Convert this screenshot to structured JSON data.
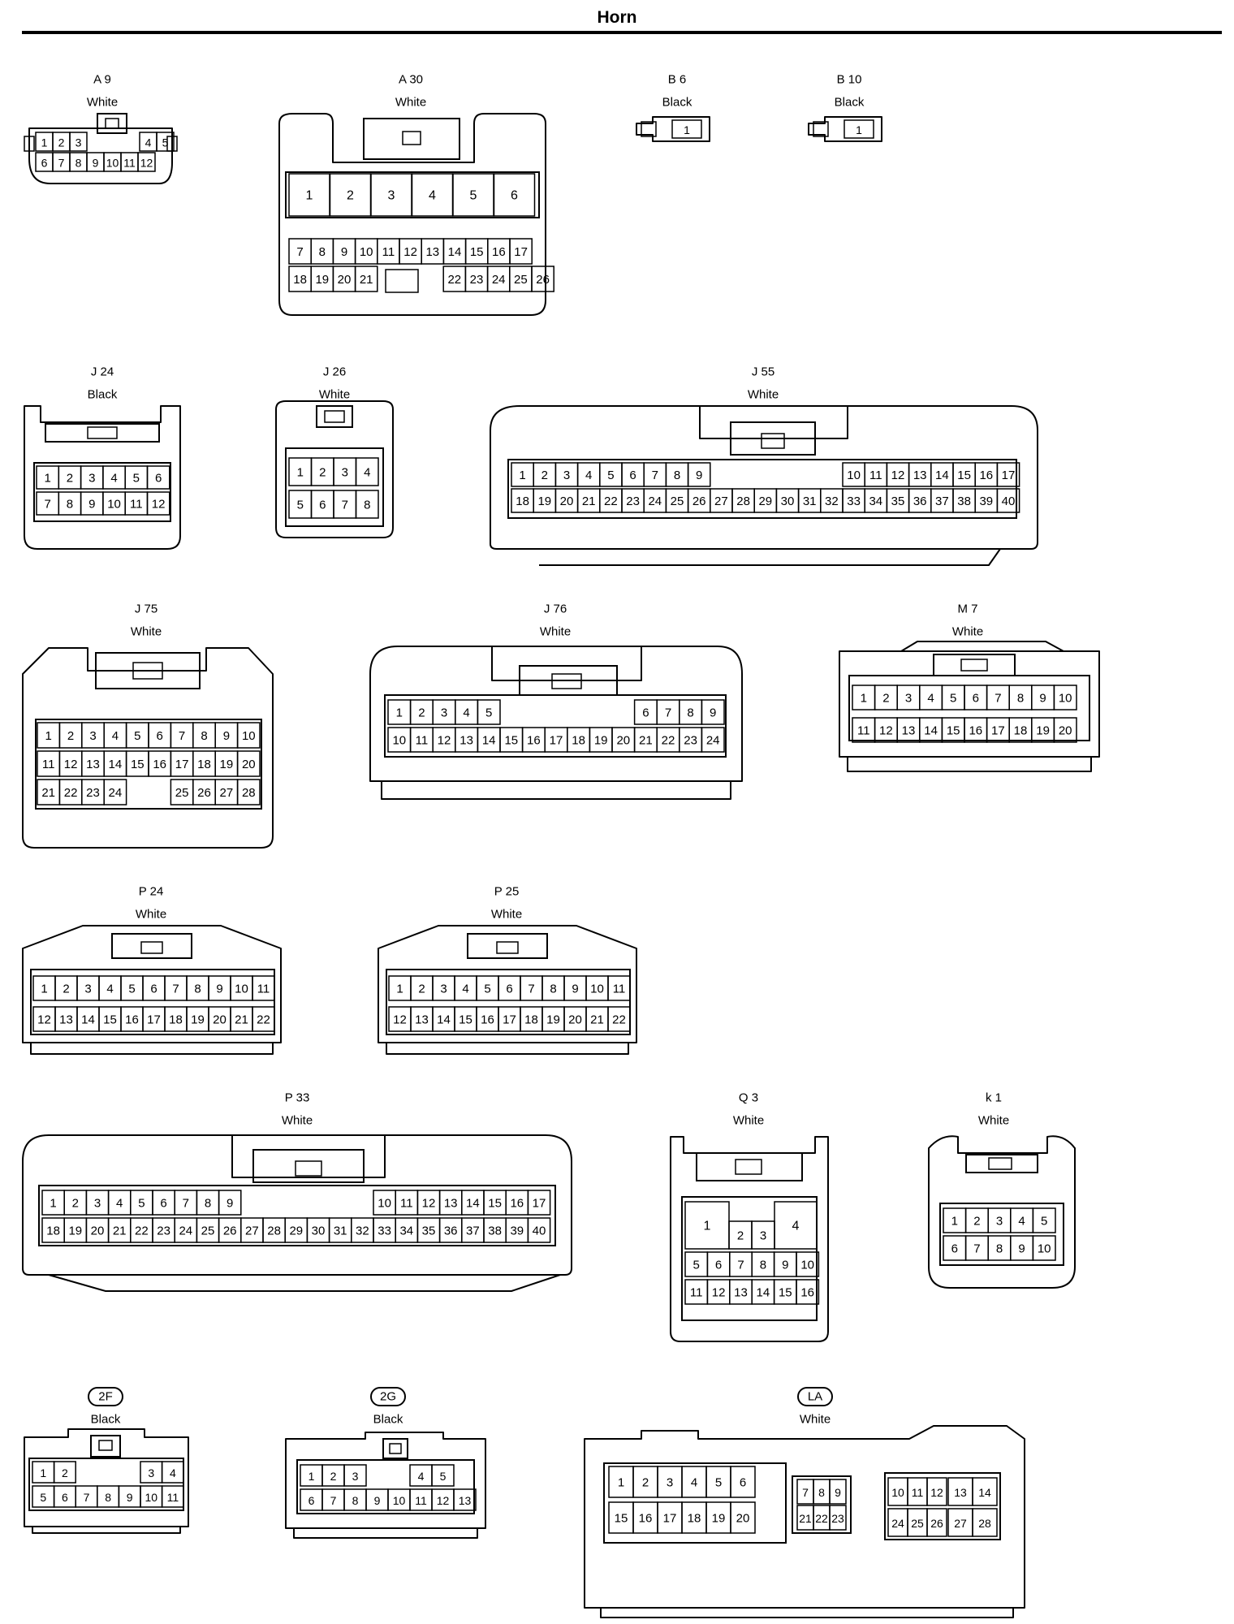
{
  "title": "Horn",
  "connectors": [
    {
      "id": "A 9",
      "color": "White",
      "rows": [
        [
          "1",
          "2",
          "3",
          "",
          "",
          "4",
          "5"
        ],
        [
          "6",
          "7",
          "8",
          "9",
          "10",
          "11",
          "12"
        ]
      ]
    },
    {
      "id": "A 30",
      "color": "White",
      "rows": [
        [
          "1",
          "2",
          "3",
          "4",
          "5",
          "6"
        ],
        [
          "7",
          "8",
          "9",
          "10",
          "11",
          "12",
          "13",
          "14",
          "15",
          "16",
          "17"
        ],
        [
          "18",
          "19",
          "20",
          "21",
          "",
          "22",
          "23",
          "24",
          "25",
          "26"
        ]
      ]
    },
    {
      "id": "B 6",
      "color": "Black",
      "rows": [
        [
          "1"
        ]
      ]
    },
    {
      "id": "B 10",
      "color": "Black",
      "rows": [
        [
          "1"
        ]
      ]
    },
    {
      "id": "J 24",
      "color": "Black",
      "rows": [
        [
          "1",
          "2",
          "3",
          "4",
          "5",
          "6"
        ],
        [
          "7",
          "8",
          "9",
          "10",
          "11",
          "12"
        ]
      ]
    },
    {
      "id": "J 26",
      "color": "White",
      "rows": [
        [
          "1",
          "2",
          "3",
          "4"
        ],
        [
          "5",
          "6",
          "7",
          "8"
        ]
      ]
    },
    {
      "id": "J 55",
      "color": "White",
      "rows": [
        [
          "1",
          "2",
          "3",
          "4",
          "5",
          "6",
          "7",
          "8",
          "9",
          "10",
          "11",
          "12",
          "13",
          "14",
          "15",
          "16",
          "17"
        ],
        [
          "18",
          "19",
          "20",
          "21",
          "22",
          "23",
          "24",
          "25",
          "26",
          "27",
          "28",
          "29",
          "30",
          "31",
          "32",
          "33",
          "34",
          "35",
          "36",
          "37",
          "38",
          "39",
          "40"
        ]
      ]
    },
    {
      "id": "J 75",
      "color": "White",
      "rows": [
        [
          "1",
          "2",
          "3",
          "4",
          "5",
          "6",
          "7",
          "8",
          "9",
          "10"
        ],
        [
          "11",
          "12",
          "13",
          "14",
          "15",
          "16",
          "17",
          "18",
          "19",
          "20"
        ],
        [
          "21",
          "22",
          "23",
          "24",
          "25",
          "26",
          "27",
          "28"
        ]
      ]
    },
    {
      "id": "J 76",
      "color": "White",
      "rows": [
        [
          "1",
          "2",
          "3",
          "4",
          "5",
          "6",
          "7",
          "8",
          "9"
        ],
        [
          "10",
          "11",
          "12",
          "13",
          "14",
          "15",
          "16",
          "17",
          "18",
          "19",
          "20",
          "21",
          "22",
          "23",
          "24"
        ]
      ]
    },
    {
      "id": "M 7",
      "color": "White",
      "rows": [
        [
          "1",
          "2",
          "3",
          "4",
          "5",
          "6",
          "7",
          "8",
          "9",
          "10"
        ],
        [
          "11",
          "12",
          "13",
          "14",
          "15",
          "16",
          "17",
          "18",
          "19",
          "20"
        ]
      ]
    },
    {
      "id": "P 24",
      "color": "White",
      "rows": [
        [
          "1",
          "2",
          "3",
          "4",
          "5",
          "6",
          "7",
          "8",
          "9",
          "10",
          "11"
        ],
        [
          "12",
          "13",
          "14",
          "15",
          "16",
          "17",
          "18",
          "19",
          "20",
          "21",
          "22"
        ]
      ]
    },
    {
      "id": "P 25",
      "color": "White",
      "rows": [
        [
          "1",
          "2",
          "3",
          "4",
          "5",
          "6",
          "7",
          "8",
          "9",
          "10",
          "11"
        ],
        [
          "12",
          "13",
          "14",
          "15",
          "16",
          "17",
          "18",
          "19",
          "20",
          "21",
          "22"
        ]
      ]
    },
    {
      "id": "P 33",
      "color": "White",
      "rows": [
        [
          "1",
          "2",
          "3",
          "4",
          "5",
          "6",
          "7",
          "8",
          "9",
          "10",
          "11",
          "12",
          "13",
          "14",
          "15",
          "16",
          "17"
        ],
        [
          "18",
          "19",
          "20",
          "21",
          "22",
          "23",
          "24",
          "25",
          "26",
          "27",
          "28",
          "29",
          "30",
          "31",
          "32",
          "33",
          "34",
          "35",
          "36",
          "37",
          "38",
          "39",
          "40"
        ]
      ]
    },
    {
      "id": "Q 3",
      "color": "White",
      "rows": [
        [
          "1",
          "2",
          "3",
          "4"
        ],
        [
          "5",
          "6",
          "7",
          "8",
          "9",
          "10"
        ],
        [
          "11",
          "12",
          "13",
          "14",
          "15",
          "16"
        ]
      ]
    },
    {
      "id": "k 1",
      "color": "White",
      "rows": [
        [
          "1",
          "2",
          "3",
          "4",
          "5"
        ],
        [
          "6",
          "7",
          "8",
          "9",
          "10"
        ]
      ]
    },
    {
      "id": "2F",
      "color": "Black",
      "boxed": true,
      "rows": [
        [
          "1",
          "2",
          "",
          "3",
          "4"
        ],
        [
          "5",
          "6",
          "7",
          "8",
          "9",
          "10",
          "11"
        ]
      ]
    },
    {
      "id": "2G",
      "color": "Black",
      "boxed": true,
      "rows": [
        [
          "1",
          "2",
          "3",
          "",
          "4",
          "5"
        ],
        [
          "6",
          "7",
          "8",
          "9",
          "10",
          "11",
          "12",
          "13"
        ]
      ]
    },
    {
      "id": "LA",
      "color": "White",
      "boxed": true,
      "rows": [
        [
          "1",
          "2",
          "3",
          "4",
          "5",
          "6",
          "7",
          "8",
          "9",
          "10",
          "11",
          "12",
          "13",
          "14"
        ],
        [
          "15",
          "16",
          "17",
          "18",
          "19",
          "20",
          "21",
          "22",
          "23",
          "24",
          "25",
          "26",
          "27",
          "28"
        ]
      ]
    }
  ]
}
